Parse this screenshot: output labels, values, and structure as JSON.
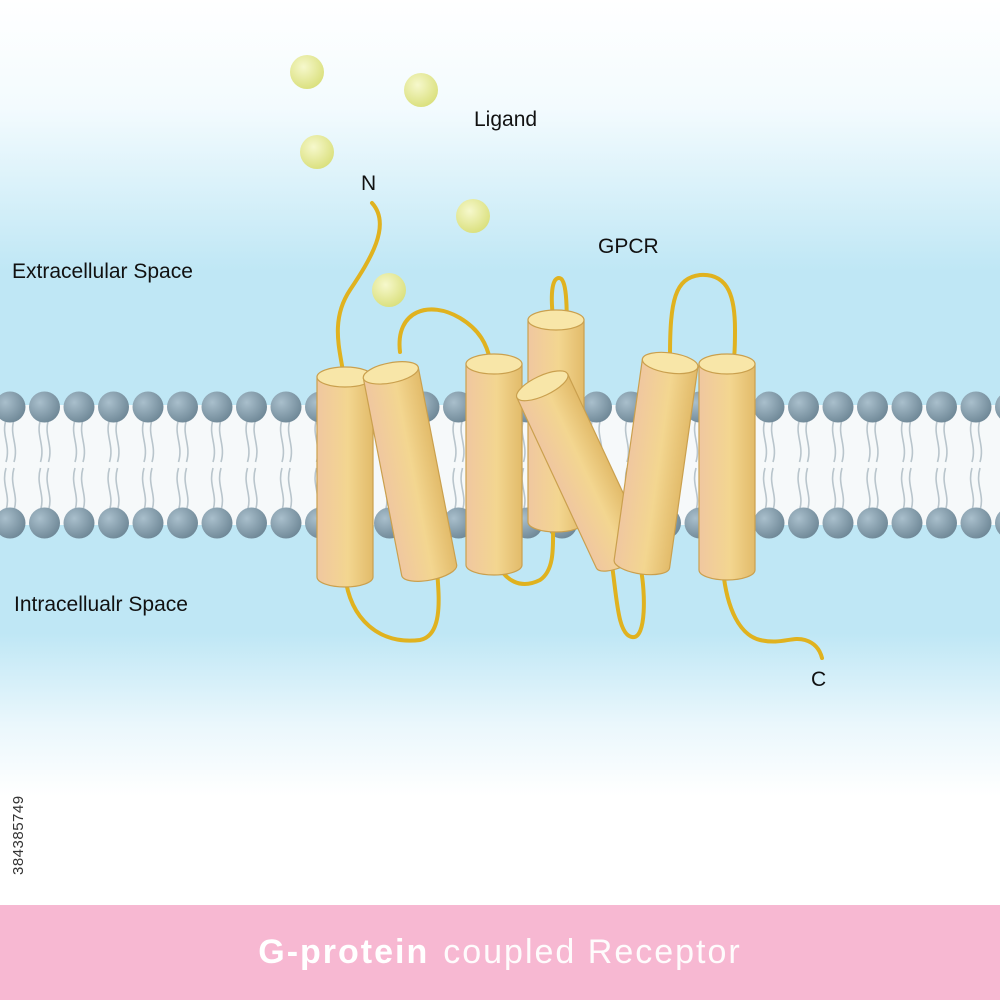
{
  "labels": {
    "extracellular": "Extracellular Space",
    "intracellular": "Intracellualr Space",
    "ligand": "Ligand",
    "gpcr": "GPCR",
    "n_terminus": "N",
    "c_terminus": "C"
  },
  "footer": {
    "title_bold": "G-protein",
    "title_rest": "coupled Receptor"
  },
  "stock_id": "384385749",
  "colors": {
    "background_band": "#bfe7f5",
    "membrane_head": "#7d97a6",
    "helix": "#f1d58a",
    "helix_top": "#f8e6a8",
    "loop": "#e0b21f",
    "ligand": "#e9eea0",
    "footer": "#f7b8d2"
  },
  "diagram": {
    "helix_count": 7,
    "ligand_count": 5
  }
}
